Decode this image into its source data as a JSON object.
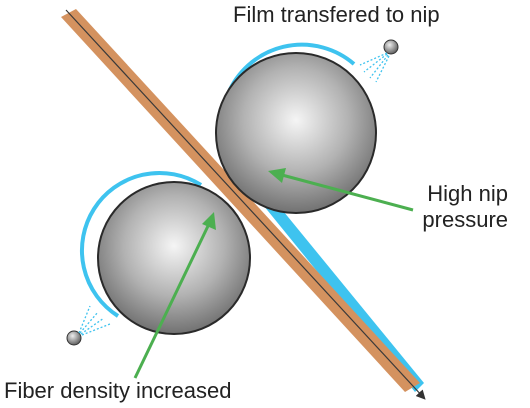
{
  "labels": {
    "film": "Film transfered to nip",
    "high_nip_line1": "High nip",
    "high_nip_line2": "pressure",
    "fiber": "Fiber density increased"
  },
  "colors": {
    "sheet": "#d4925f",
    "film": "#3ec3ef",
    "roll_light": "#f4f4f4",
    "roll_dark": "#6e6e6e",
    "roll_outline": "#2a2a2a",
    "arrow": "#4caf50",
    "spray": "#3ec3ef"
  },
  "icons": {
    "top_sprayer": "spray-nozzle-icon",
    "bottom_sprayer": "spray-nozzle-icon"
  }
}
